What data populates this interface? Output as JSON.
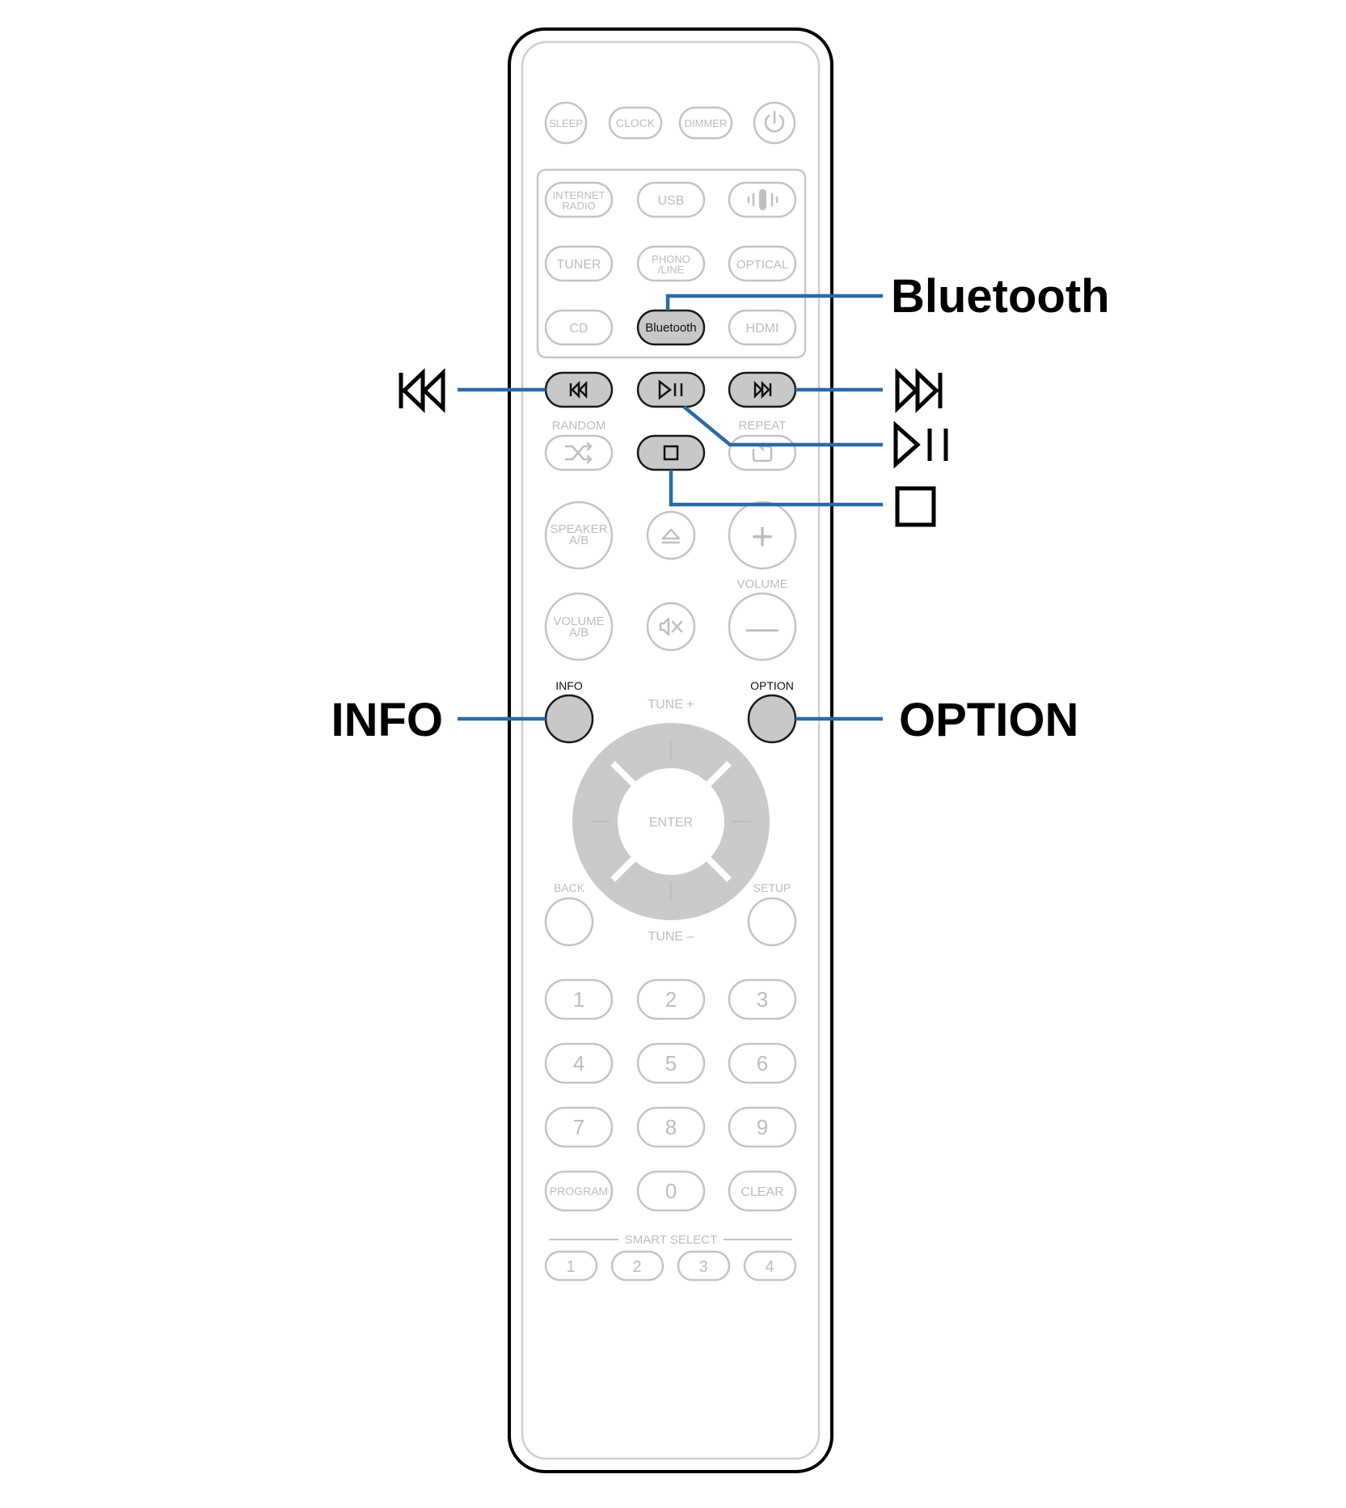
{
  "remote": {
    "top_row": [
      "SLEEP",
      "CLOCK",
      "DIMMER"
    ],
    "power_icon": "power-icon",
    "source": {
      "internet_radio": [
        "INTERNET",
        "RADIO"
      ],
      "usb": "USB",
      "heos_icon": "heos-icon",
      "tuner": "TUNER",
      "phono_line": [
        "PHONO",
        "/LINE"
      ],
      "optical": "OPTICAL",
      "cd": "CD",
      "bluetooth": "Bluetooth",
      "hdmi": "HDMI"
    },
    "transport": {
      "random": "RANDOM",
      "repeat": "REPEAT",
      "skip_back_icon": "skip-back-icon",
      "play_pause_icon": "play-pause-icon",
      "skip_forward_icon": "skip-forward-icon",
      "shuffle_icon": "shuffle-icon",
      "stop_icon": "stop-icon",
      "repeat_icon": "repeat-icon"
    },
    "speaker_ab": [
      "SPEAKER",
      "A/B"
    ],
    "eject_icon": "eject-icon",
    "volume_label": "VOLUME",
    "volume_plus": "+",
    "volume_minus": "—",
    "volume_ab": [
      "VOLUME",
      "A/B"
    ],
    "mute_icon": "mute-icon",
    "info": "INFO",
    "option": "OPTION",
    "tune_plus": "TUNE +",
    "tune_minus": "TUNE –",
    "enter": "ENTER",
    "back": "BACK",
    "setup": "SETUP",
    "numpad": [
      "1",
      "2",
      "3",
      "4",
      "5",
      "6",
      "7",
      "8",
      "9"
    ],
    "program": "PROGRAM",
    "zero": "0",
    "clear": "CLEAR",
    "smart_select": "SMART SELECT",
    "smart_buttons": [
      "1",
      "2",
      "3",
      "4"
    ]
  },
  "callouts": {
    "bluetooth": "Bluetooth",
    "info": "INFO",
    "option": "OPTION",
    "skip_back_symbol": "skip-back-icon",
    "skip_forward_symbol": "skip-forward-icon",
    "play_pause_symbol": "play-pause-icon",
    "stop_symbol": "stop-icon"
  },
  "colors": {
    "leader_line": "#2b6aa6",
    "highlight_button": "#c8c8c8",
    "inactive_label": "#bdbdbd"
  }
}
